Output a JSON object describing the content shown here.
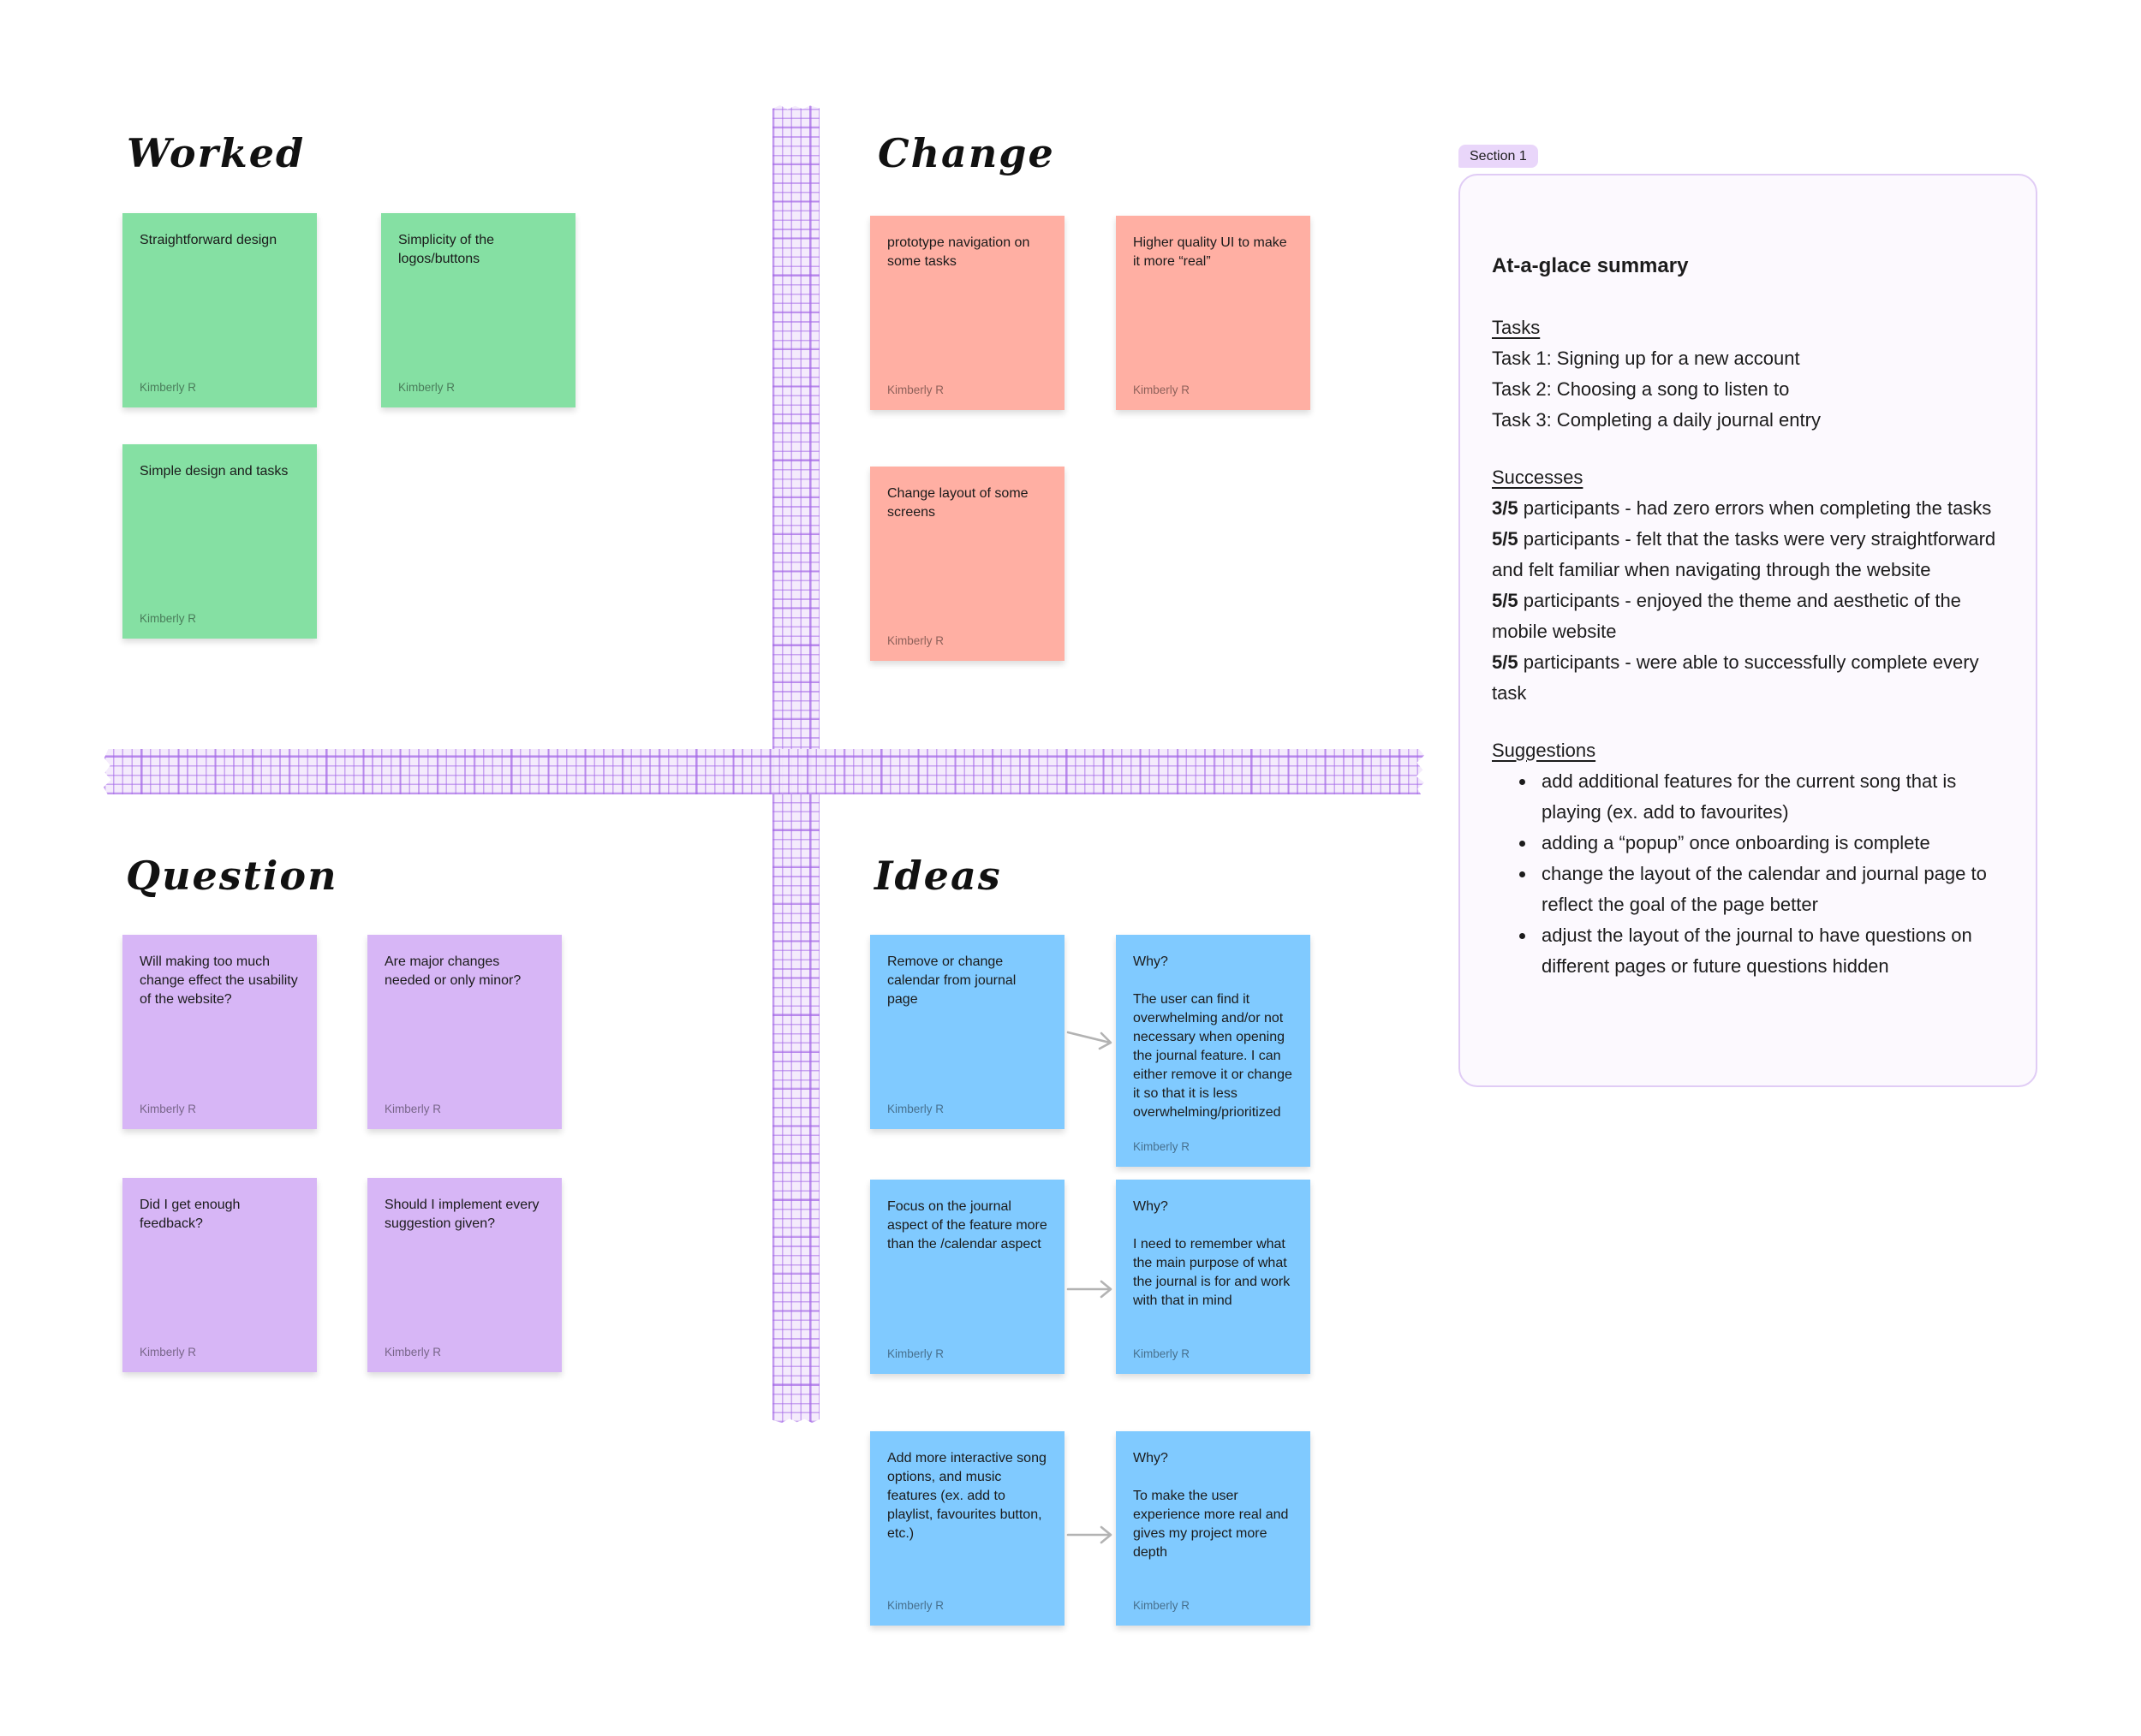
{
  "quadrants": {
    "worked": {
      "title": "Worked"
    },
    "change": {
      "title": "Change"
    },
    "question": {
      "title": "Question"
    },
    "ideas": {
      "title": "Ideas"
    }
  },
  "notes": {
    "worked": [
      {
        "text": "Straightforward design",
        "author": "Kimberly R"
      },
      {
        "text": "Simplicity of the logos/buttons",
        "author": "Kimberly R"
      },
      {
        "text": "Simple design and tasks",
        "author": "Kimberly R"
      }
    ],
    "change": [
      {
        "text": "prototype navigation on some tasks",
        "author": "Kimberly R"
      },
      {
        "text": "Higher quality UI to make it more “real”",
        "author": "Kimberly R"
      },
      {
        "text": "Change layout of some screens",
        "author": "Kimberly R"
      }
    ],
    "question": [
      {
        "text": "Will making too much change effect the usability of the website?",
        "author": "Kimberly R"
      },
      {
        "text": "Are major changes needed or only minor?",
        "author": "Kimberly R"
      },
      {
        "text": "Did I get enough feedback?",
        "author": "Kimberly R"
      },
      {
        "text": "Should I implement every suggestion given?",
        "author": "Kimberly R"
      }
    ],
    "ideas": [
      {
        "text": "Remove or change calendar from journal page",
        "author": "Kimberly R"
      },
      {
        "text": "Why?\n\nThe user can find it overwhelming and/or not necessary when opening the journal feature. I can either remove it or change it so that it is less overwhelming/prioritized",
        "author": "Kimberly R"
      },
      {
        "text": "Focus on the journal aspect of the feature more than the /calendar aspect",
        "author": "Kimberly R"
      },
      {
        "text": "Why?\n\nI need to remember what the main purpose of what the journal is for and work with that in mind",
        "author": "Kimberly R"
      },
      {
        "text": "Add more interactive song options, and music features (ex. add to playlist, favourites button, etc.)",
        "author": "Kimberly R"
      },
      {
        "text": "Why?\n\nTo make the user experience more real and gives my project more depth",
        "author": "Kimberly R"
      }
    ]
  },
  "panel": {
    "badge": "Section 1",
    "title": "At-a-glace summary",
    "tasks": {
      "heading": "Tasks",
      "items": [
        "Task 1: Signing up for a new account",
        "Task 2: Choosing a song to listen to",
        "Task 3: Completing a daily journal entry"
      ]
    },
    "successes": {
      "heading": "Successes",
      "items": [
        {
          "count": "3/5",
          "text": " participants - had zero errors when completing the tasks"
        },
        {
          "count": "5/5",
          "text": " participants - felt that the tasks were very straightforward and felt familiar when navigating through the website"
        },
        {
          "count": "5/5",
          "text": " participants - enjoyed the theme and aesthetic of the mobile website"
        },
        {
          "count": "5/5",
          "text": " participants - were able to successfully complete every task"
        }
      ]
    },
    "suggestions": {
      "heading": "Suggestions",
      "items": [
        "add additional features for the current song that is playing (ex. add to favourites)",
        "adding a “popup” once onboarding is complete",
        "change the layout of the calendar and journal page to reflect the goal of the page better",
        "adjust the layout of the journal to have questions on different pages or future questions hidden"
      ]
    }
  },
  "colors": {
    "sticky_green": "#85E0A3",
    "sticky_red": "#FFAFA3",
    "sticky_violet": "#D7B6F6",
    "sticky_blue": "#80CAFF",
    "tape_line": "#A468E8",
    "tape_bg": "#F3E9FC",
    "panel_bg": "#FCF9FE",
    "panel_border": "#E0CCF5",
    "badge_bg": "#E9D6FA",
    "arrow": "#B3B3B3",
    "note_text": "#1B1B1B",
    "author_text": "#737373"
  }
}
